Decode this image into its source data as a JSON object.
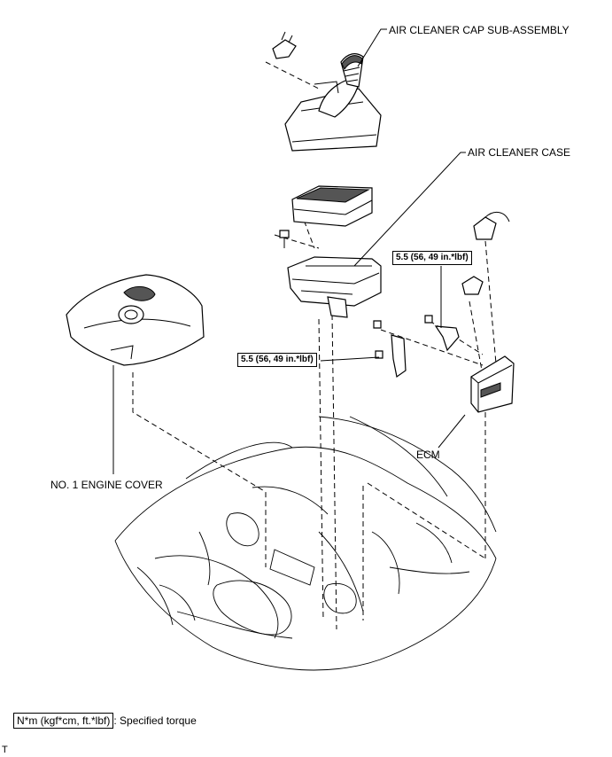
{
  "labels": {
    "air_cleaner_cap": "AIR CLEANER CAP SUB-ASSEMBLY",
    "air_cleaner_case": "AIR CLEANER CASE",
    "ecm": "ECM",
    "engine_cover": "NO. 1 ENGINE COVER"
  },
  "torque_callouts": [
    "5.5 (56, 49 in.*lbf)",
    "5.5 (56, 49 in.*lbf)"
  ],
  "legend": {
    "units": "N*m (kgf*cm, ft.*lbf)",
    "description": ": Specified torque"
  },
  "corner_mark": "T"
}
